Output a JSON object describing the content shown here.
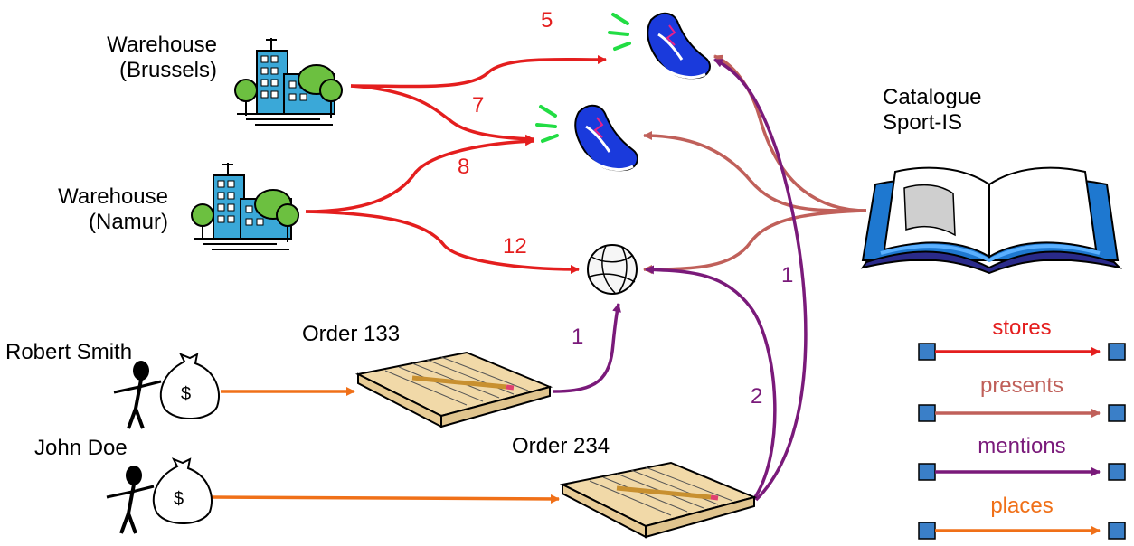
{
  "warehouses": [
    {
      "line1": "Warehouse",
      "line2": "(Brussels)"
    },
    {
      "line1": "Warehouse",
      "line2": "(Namur)"
    }
  ],
  "catalogue": {
    "line1": "Catalogue",
    "line2": "Sport-IS"
  },
  "customers": [
    "Robert Smith",
    "John Doe"
  ],
  "orders": [
    "Order 133",
    "Order 234"
  ],
  "quantities": {
    "brussels_shoe1": "5",
    "brussels_shoe2": "7",
    "namur_shoe2": "8",
    "namur_ball": "12",
    "order133_ball": "1",
    "order234_ball": "2",
    "order234_shoe1": "1"
  },
  "legend": [
    {
      "label": "stores",
      "color": "#e41e1e"
    },
    {
      "label": "presents",
      "color": "#c0605a"
    },
    {
      "label": "mentions",
      "color": "#7a1a7a"
    },
    {
      "label": "places",
      "color": "#f07018"
    }
  ],
  "colors": {
    "stores": "#e41e1e",
    "presents": "#c0605a",
    "mentions": "#7a1a7a",
    "places": "#f07018"
  }
}
